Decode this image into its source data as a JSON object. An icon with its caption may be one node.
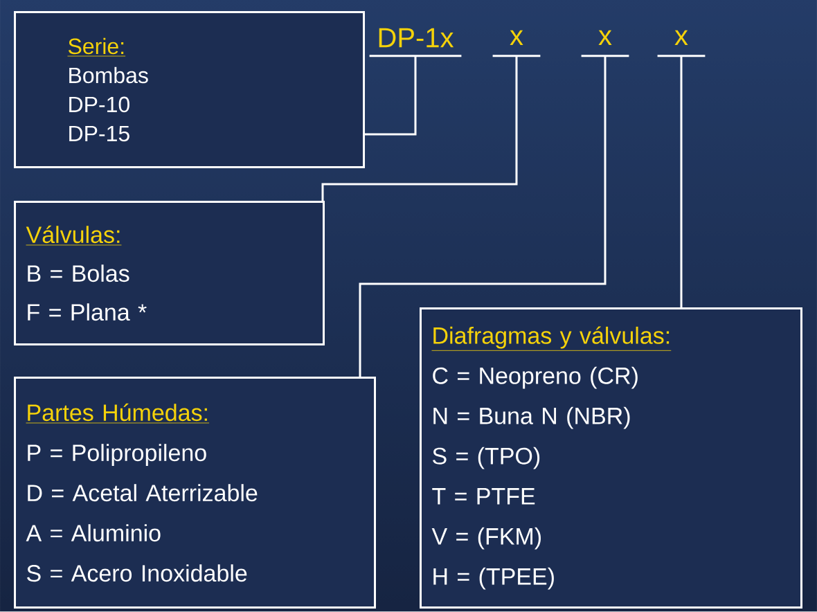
{
  "diagram": {
    "nodes": [
      {
        "text": [
          "DP-1x"
        ]
      },
      {
        "text": [
          "x"
        ]
      },
      {
        "text": [
          "x"
        ]
      },
      {
        "text": [
          "x"
        ]
      },
      {
        "text": [
          "Serie:",
          "Bombas",
          "DP-10",
          "DP-15"
        ]
      },
      {
        "text": [
          "Válvulas:",
          "B = Bolas",
          "F = Plana *"
        ]
      },
      {
        "text": [
          "Partes Húmedas:",
          "P = Polipropileno",
          "D = Acetal Aterrizable",
          "A = Aluminio",
          "S = Acero Inoxidable"
        ]
      },
      {
        "text": [
          "Diafragmas y válvulas:",
          "C = Neopreno (CR)",
          "N = Buna N (NBR)",
          "S = (TPO)",
          "T = PTFE",
          "V = (FKM)",
          "H = (TPEE)"
        ]
      }
    ],
    "edges": [
      {
        "from": 0,
        "to": 4,
        "arrow": "none"
      },
      {
        "from": 1,
        "to": 5,
        "arrow": "none"
      },
      {
        "from": 2,
        "to": 6,
        "arrow": "none"
      },
      {
        "from": 3,
        "to": 7,
        "arrow": "none"
      }
    ]
  }
}
